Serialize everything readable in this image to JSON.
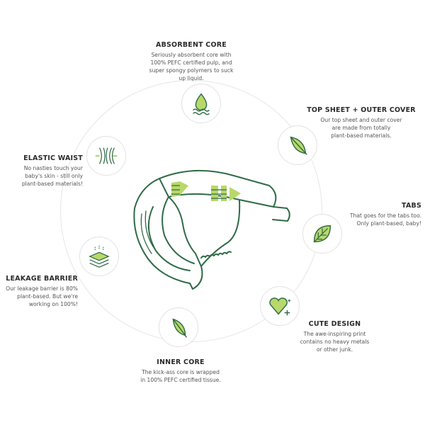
{
  "colors": {
    "line": "#2e6b45",
    "accent": "#b9d86a",
    "ring": "#e6e6e6",
    "text": "#3a3a3a"
  },
  "features": [
    {
      "id": "absorbent-core",
      "icon": "water-drop-icon",
      "title": "ABSORBENT CORE",
      "lines": [
        "Seriously absorbent core with",
        "100% PEFC certified pulp, and",
        "super spongy polymers to suck",
        "up liquid."
      ]
    },
    {
      "id": "top-sheet",
      "icon": "feather-icon",
      "title": "TOP SHEET + OUTER COVER",
      "lines": [
        "Our top sheet and outer cover",
        "are made from totally",
        "plant-based materials."
      ]
    },
    {
      "id": "tabs",
      "icon": "leaf-icon",
      "title": "TABS",
      "lines": [
        "That goes for the tabs too.",
        "Only plant-based, baby!"
      ]
    },
    {
      "id": "cute-design",
      "icon": "heart-sparkle-icon",
      "title": "CUTE DESIGN",
      "lines": [
        "The awe-inspiring print",
        "contains no heavy metals",
        "or other junk."
      ]
    },
    {
      "id": "inner-core",
      "icon": "feather-icon",
      "title": "INNER CORE",
      "lines": [
        "The kick-ass core is wrapped",
        "in 100% PEFC certified tissue."
      ]
    },
    {
      "id": "leakage-barrier",
      "icon": "layers-icon",
      "title": "LEAKAGE BARRIER",
      "lines": [
        "Our leakage barrier is 80%",
        "plant-based. But we're",
        "working on 100%!"
      ]
    },
    {
      "id": "elastic-waist",
      "icon": "elastic-icon",
      "title": "ELASTIC WAIST",
      "lines": [
        "No nasties touch your",
        "baby's skin - still only",
        "plant-based materials!"
      ]
    }
  ]
}
